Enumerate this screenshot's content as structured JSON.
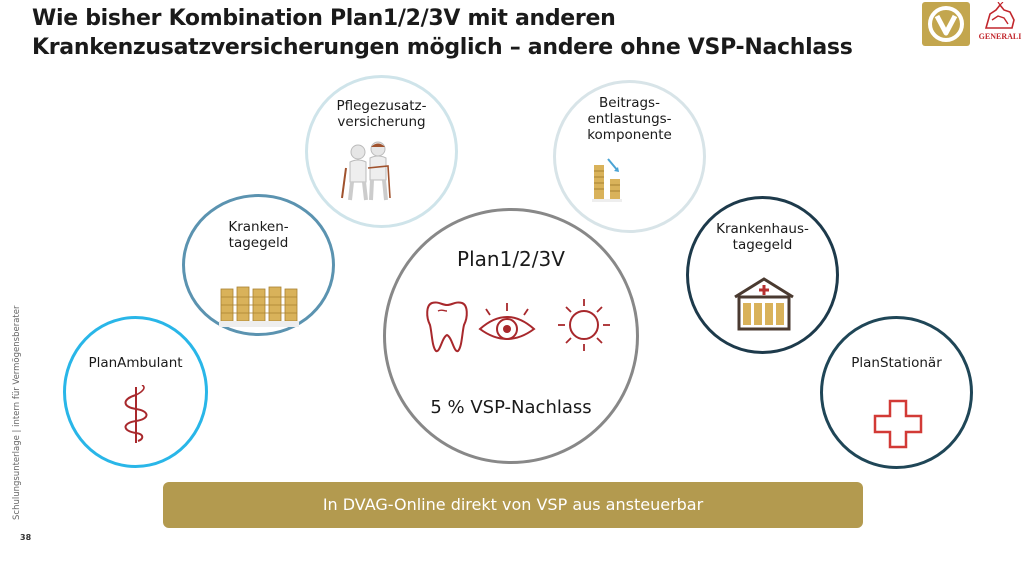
{
  "title": {
    "line1": "Wie bisher Kombination Plan1/2/3V mit anderen",
    "line2": "Krankenzusatzversicherungen möglich – andere ohne VSP-Nachlass"
  },
  "logos": {
    "generali": "GENERALI",
    "dvag_color": "#c3a64e",
    "generali_color": "#c2272d"
  },
  "sidebar_text": "Schulungsunterlage | intern für Vermögensberater",
  "page_number": "38",
  "circles": {
    "plan_ambulant": {
      "label": "PlanAmbulant",
      "icon": "caduceus-icon",
      "border": "#29b6e8"
    },
    "krankentagegeld": {
      "label": "Kranken-\ntagegeld",
      "icon": "coin-stacks-icon",
      "border": "#5b93b0"
    },
    "pflegezusatz": {
      "label": "Pflegezusatz-\nversicherung",
      "icon": "elderly-couple-icon",
      "border": "#cfe4ea"
    },
    "center": {
      "label": "Plan1/2/3V",
      "subtitle": "5 % VSP-Nachlass",
      "icons": [
        "tooth-icon",
        "eye-icon",
        "sun-icon"
      ],
      "border": "#888888"
    },
    "beitragsentlastung": {
      "label": "Beitrags-\nentlastungs-\nkomponente",
      "icon": "decreasing-coins-icon",
      "border": "#d8e4e8"
    },
    "krankenhaustagegeld": {
      "label": "Krankenhaus-\ntagegeld",
      "icon": "hospital-icon",
      "border": "#1d3a4b"
    },
    "plan_stationaer": {
      "label": "PlanStationär",
      "icon": "red-cross-icon",
      "border": "#1f4657"
    }
  },
  "banner": {
    "text": "In DVAG-Online direkt von VSP aus ansteuerbar"
  },
  "colors": {
    "accent_red": "#a8282c",
    "gold": "#b39a4f"
  }
}
